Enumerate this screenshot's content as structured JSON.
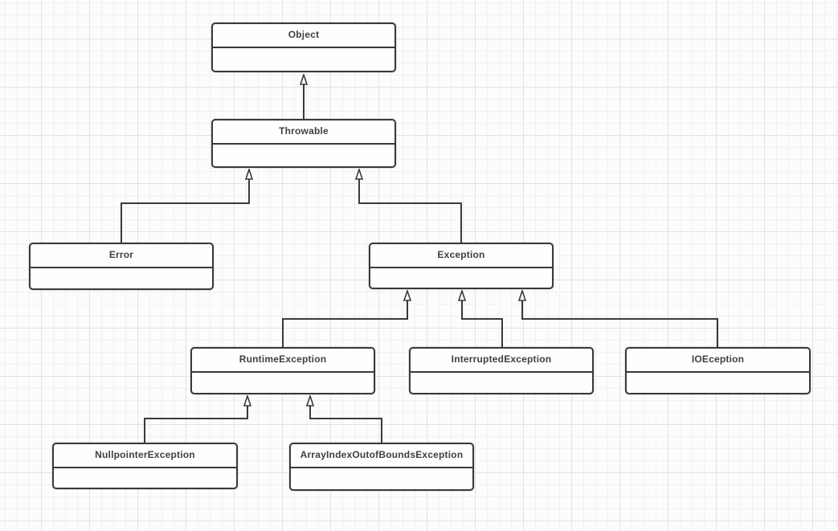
{
  "diagram": {
    "type": "uml-class-diagram",
    "classes": [
      {
        "id": "object",
        "name": "Object"
      },
      {
        "id": "throwable",
        "name": "Throwable"
      },
      {
        "id": "error",
        "name": "Error"
      },
      {
        "id": "exception",
        "name": "Exception"
      },
      {
        "id": "runtime-exception",
        "name": "RuntimeException"
      },
      {
        "id": "interrupted-exception",
        "name": "InterruptedException"
      },
      {
        "id": "io-eception",
        "name": "IOEception"
      },
      {
        "id": "nullpointer-exception",
        "name": "NullpointerException"
      },
      {
        "id": "array-index-exception",
        "name": "ArrayIndexOutofBoundsException"
      }
    ],
    "relations": [
      {
        "from": "Throwable",
        "to": "Object",
        "type": "generalization"
      },
      {
        "from": "Error",
        "to": "Throwable",
        "type": "generalization"
      },
      {
        "from": "Exception",
        "to": "Throwable",
        "type": "generalization"
      },
      {
        "from": "RuntimeException",
        "to": "Exception",
        "type": "generalization"
      },
      {
        "from": "InterruptedException",
        "to": "Exception",
        "type": "generalization"
      },
      {
        "from": "IOEception",
        "to": "Exception",
        "type": "generalization"
      },
      {
        "from": "NullpointerException",
        "to": "RuntimeException",
        "type": "generalization"
      },
      {
        "from": "ArrayIndexOutofBoundsException",
        "to": "RuntimeException",
        "type": "generalization"
      }
    ],
    "colors": {
      "line": "#3a3a3a",
      "box_fill": "#fefefe",
      "text": "#3f3f3f",
      "background": "#fcfcfc",
      "grid_minor": "#f1f1f1",
      "grid_major": "#e2e2e2"
    }
  }
}
